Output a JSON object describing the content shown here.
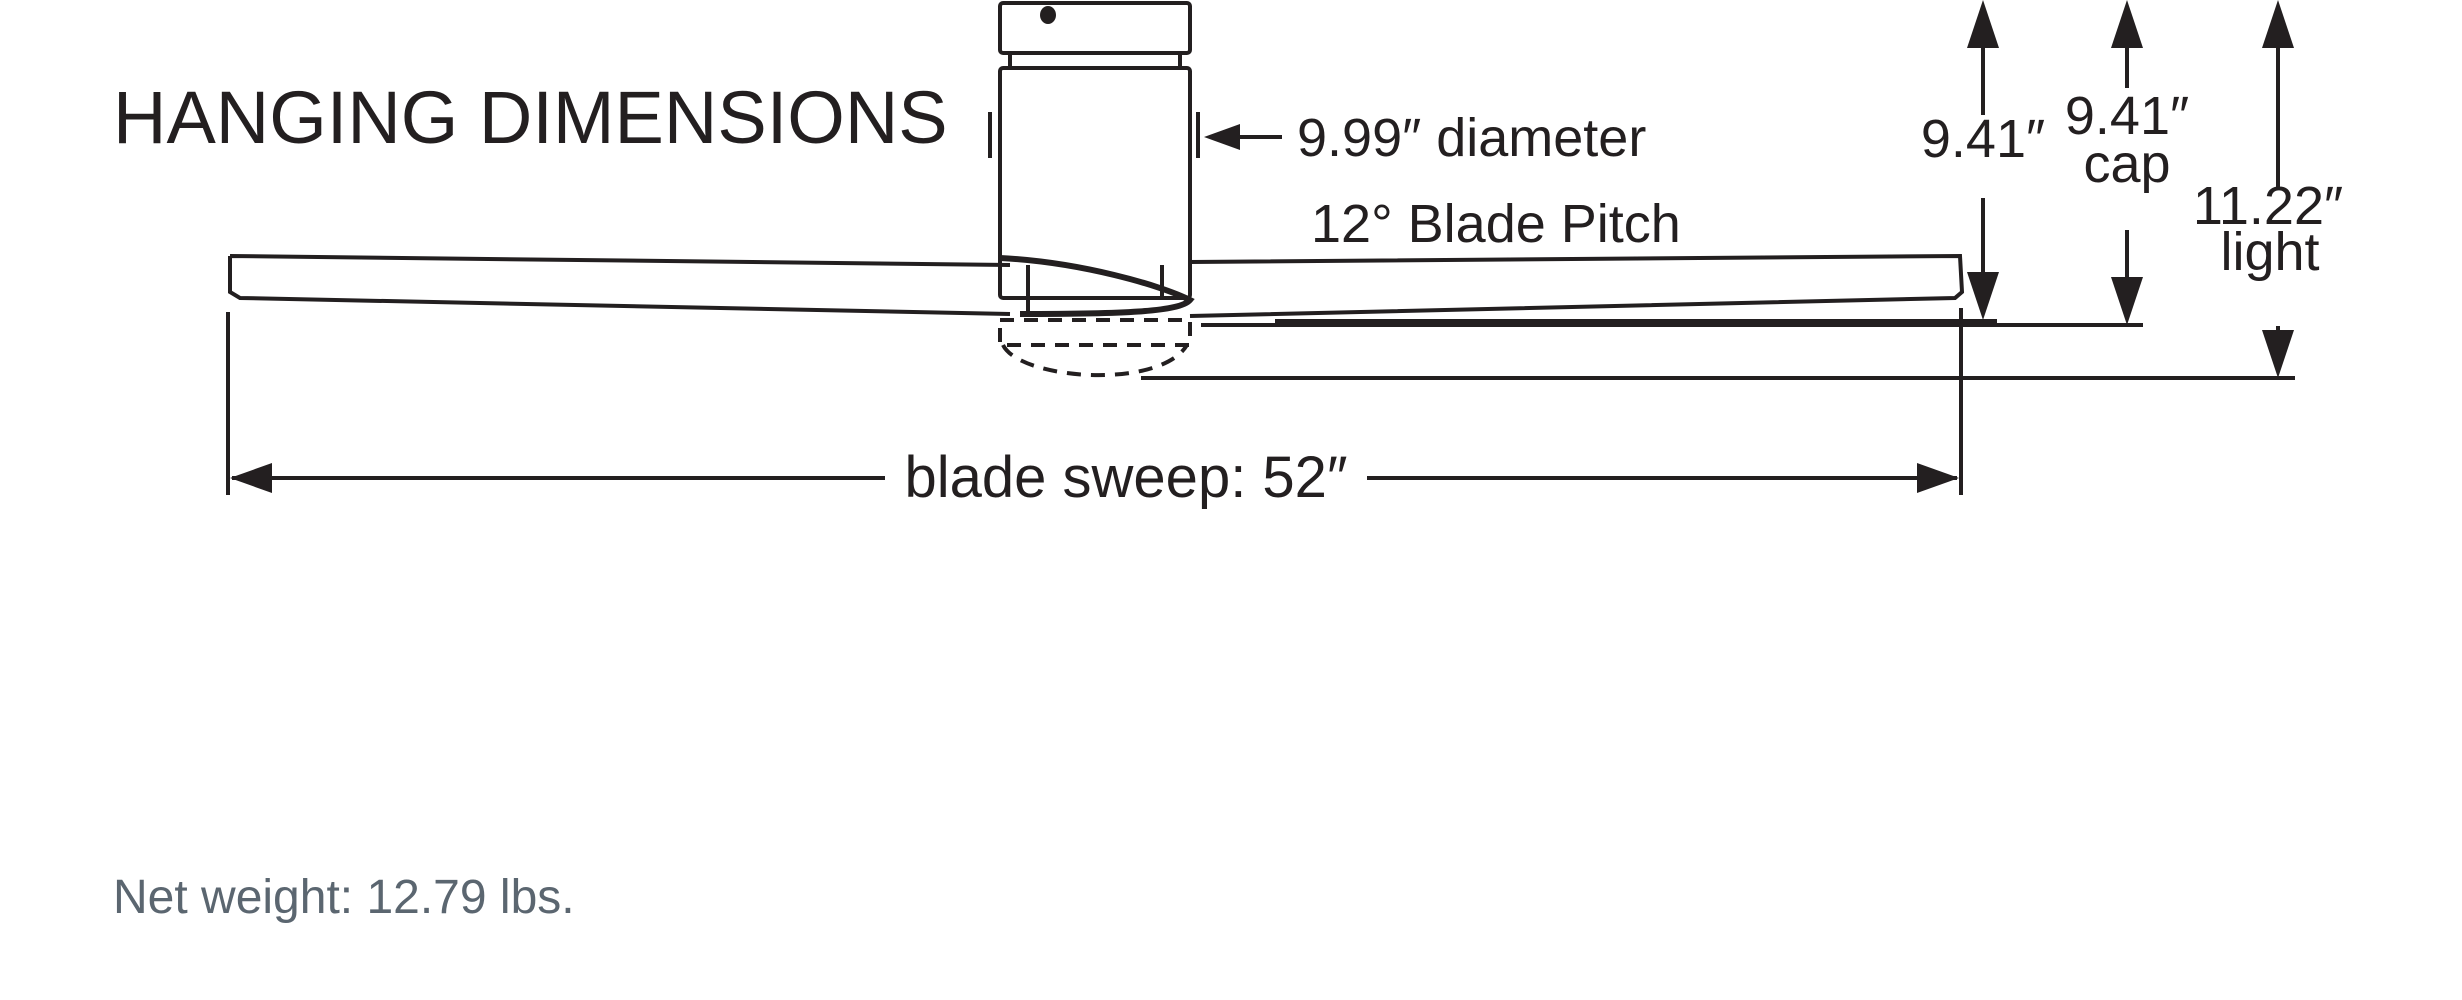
{
  "title": "HANGING DIMENSIONS",
  "labels": {
    "diameter": "9.99″ diameter",
    "blade_pitch": "12° Blade Pitch",
    "blade_sweep": "blade sweep: 52″",
    "height_standard": "9.41″",
    "height_cap_value": "9.41″",
    "height_cap_label": "cap",
    "height_light_value": "11.22″",
    "height_light_label": "light"
  },
  "net_weight": "Net weight: 12.79 lbs.",
  "colors": {
    "line": "#231f20",
    "weight_text": "#5b6670"
  }
}
